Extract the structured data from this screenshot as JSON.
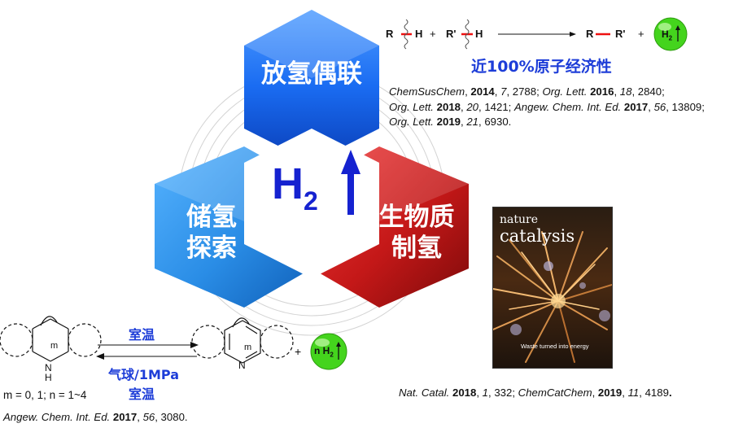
{
  "center": {
    "h": "H",
    "sub": "2"
  },
  "hexagons": {
    "top": {
      "label": "放氢偶联",
      "color": "#1e6ff0"
    },
    "left": {
      "line1": "储氢",
      "line2": "探索",
      "color": "#2a8de6"
    },
    "right": {
      "line1": "生物质",
      "line2": "制氢",
      "color": "#c41818"
    }
  },
  "coupling": {
    "r": "R",
    "h": "H",
    "rp": "R'",
    "plus1": "+",
    "plus2": "+",
    "product_r": "R",
    "product_rp": "R'",
    "h2": "H",
    "h2sub": "2",
    "caption": "近100%原子经济性"
  },
  "citations_top": [
    [
      {
        "t": "ChemSusChem",
        "s": "i"
      },
      {
        "t": ", ",
        "s": ""
      },
      {
        "t": "2014",
        "s": "b"
      },
      {
        "t": ", ",
        "s": ""
      },
      {
        "t": "7",
        "s": "i"
      },
      {
        "t": ", 2788; ",
        "s": ""
      },
      {
        "t": "Org. Lett.",
        "s": "i"
      },
      {
        "t": " ",
        "s": ""
      },
      {
        "t": "2016",
        "s": "b"
      },
      {
        "t": ", ",
        "s": ""
      },
      {
        "t": "18",
        "s": "i"
      },
      {
        "t": ", 2840;",
        "s": ""
      }
    ],
    [
      {
        "t": "Org. Lett.",
        "s": "i"
      },
      {
        "t": " ",
        "s": ""
      },
      {
        "t": "2018",
        "s": "b"
      },
      {
        "t": ", ",
        "s": ""
      },
      {
        "t": "20",
        "s": "i"
      },
      {
        "t": ", 1421; ",
        "s": ""
      },
      {
        "t": "Angew. Chem. Int. Ed.",
        "s": "i"
      },
      {
        "t": " ",
        "s": ""
      },
      {
        "t": "2017",
        "s": "b"
      },
      {
        "t": ", ",
        "s": ""
      },
      {
        "t": "56",
        "s": "i"
      },
      {
        "t": ", 13809;",
        "s": ""
      }
    ],
    [
      {
        "t": "Org. Lett.",
        "s": "i"
      },
      {
        "t": " ",
        "s": ""
      },
      {
        "t": "2019",
        "s": "b"
      },
      {
        "t": ", ",
        "s": ""
      },
      {
        "t": "21",
        "s": "i"
      },
      {
        "t": ", 6930.",
        "s": ""
      }
    ]
  ],
  "journal": {
    "brand_line1": "nature",
    "brand_line2": "catalysis",
    "tagline": "Waste turned into energy",
    "citation": [
      {
        "t": "Nat. Catal.",
        "s": "i"
      },
      {
        "t": "  ",
        "s": ""
      },
      {
        "t": "2018",
        "s": "b"
      },
      {
        "t": ", ",
        "s": ""
      },
      {
        "t": "1",
        "s": "i"
      },
      {
        "t": ", 332; ",
        "s": ""
      },
      {
        "t": "ChemCatChem",
        "s": "i"
      },
      {
        "t": ", ",
        "s": ""
      },
      {
        "t": "2019",
        "s": "b"
      },
      {
        "t": ", ",
        "s": ""
      },
      {
        "t": "11",
        "s": "i"
      },
      {
        "t": ", 4189",
        "s": ""
      },
      {
        "t": ".",
        "s": "b"
      }
    ]
  },
  "storage": {
    "m_label": "m",
    "nh": "N\nH",
    "n_label": "N",
    "forward_condition": "室温",
    "reverse_condition1": "气球/1MPa",
    "reverse_condition2": "室温",
    "plus": "+",
    "h2_prefix": "n H",
    "h2_sub": "2",
    "variables": "m = 0, 1; n = 1~4",
    "citation": [
      {
        "t": "Angew. Chem. Int. Ed.",
        "s": "i"
      },
      {
        "t": " ",
        "s": ""
      },
      {
        "t": "2017",
        "s": "b"
      },
      {
        "t": ", ",
        "s": ""
      },
      {
        "t": "56",
        "s": "i"
      },
      {
        "t": ", 3080.",
        "s": ""
      }
    ]
  }
}
